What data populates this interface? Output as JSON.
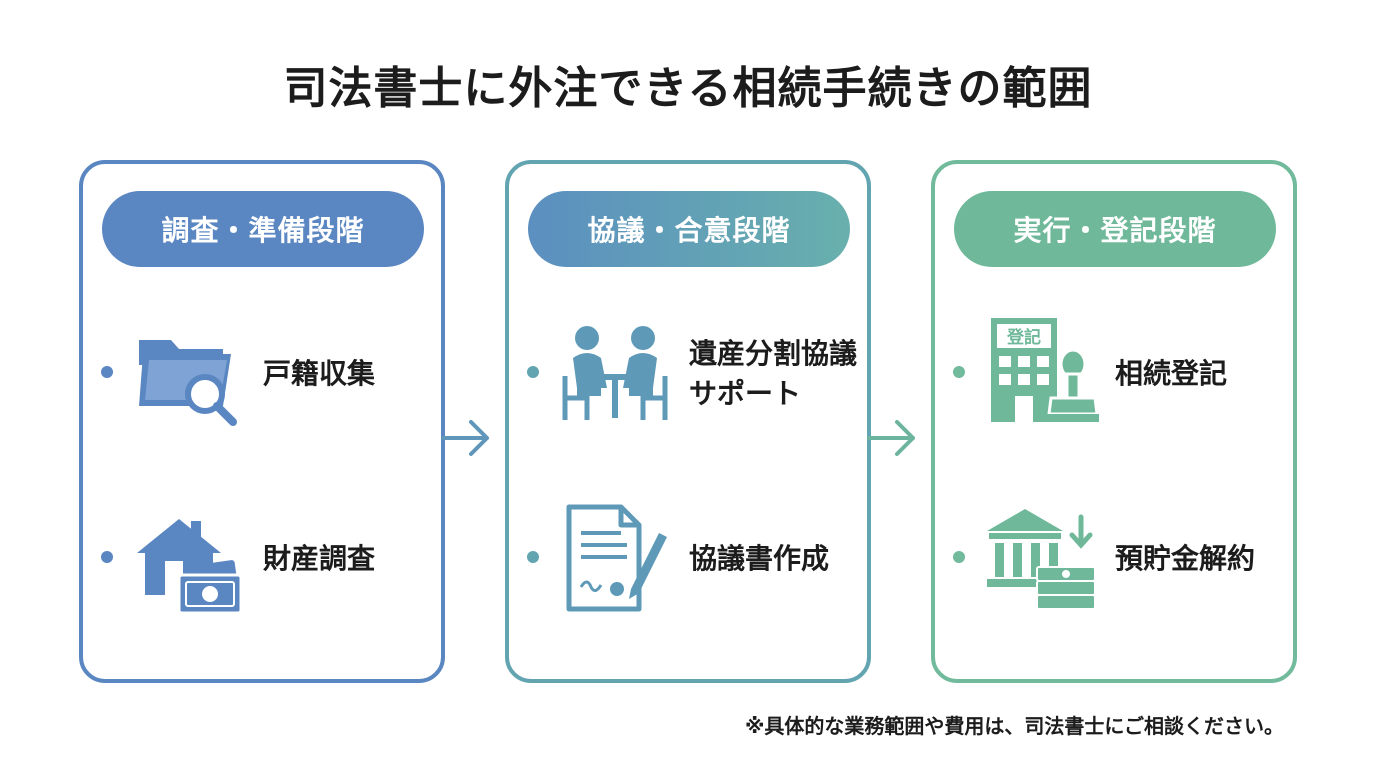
{
  "title": "司法書士に外注できる相続手続きの範囲",
  "stages": [
    {
      "label": "調査・準備段階",
      "color": "#5a86c2",
      "items": [
        {
          "label": "戸籍収集",
          "icon": "folder-search-icon"
        },
        {
          "label": "財産調査",
          "icon": "house-money-icon"
        }
      ]
    },
    {
      "label": "協議・合意段階",
      "color": "#62a5b1",
      "items": [
        {
          "label": "遺産分割協議サポート",
          "icon": "meeting-people-icon"
        },
        {
          "label": "協議書作成",
          "icon": "document-pen-icon"
        }
      ]
    },
    {
      "label": "実行・登記段階",
      "color": "#71ba9c",
      "items": [
        {
          "label": "相続登記",
          "icon": "registry-building-stamp-icon",
          "icon_text": "登記"
        },
        {
          "label": "預貯金解約",
          "icon": "bank-money-icon"
        }
      ]
    }
  ],
  "note": "※具体的な業務範囲や費用は、司法書士にご相談ください。"
}
